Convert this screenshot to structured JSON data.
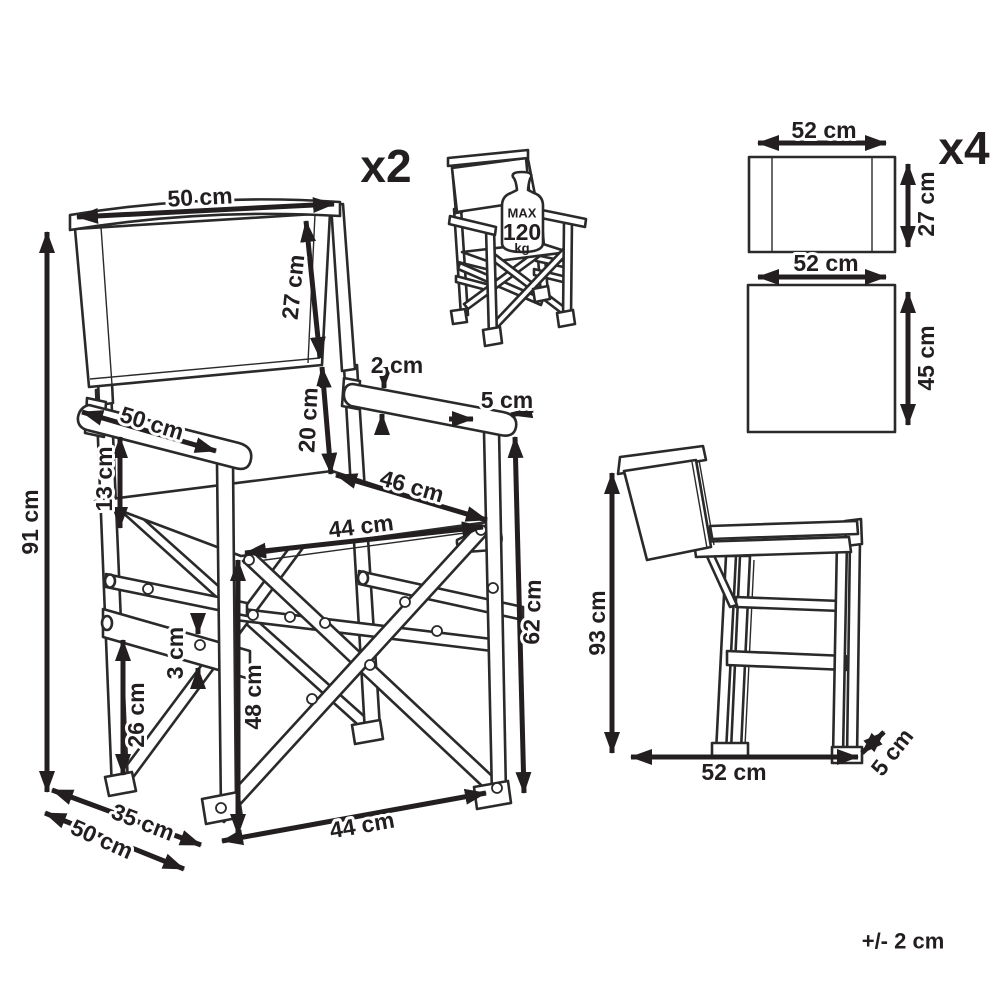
{
  "front_view": {
    "quantity_label": "x2",
    "dims": {
      "backrest_width": "50 cm",
      "backrest_height": "27 cm",
      "total_height": "91 cm",
      "armrest_length": "50 cm",
      "armrest_seat_gap": "13 cm",
      "armrest_thickness": "2 cm",
      "backrest_seat_gap": "20 cm",
      "armrest_width": "5 cm",
      "seat_depth": "46 cm",
      "seat_width": "44 cm",
      "armrest_height": "62 cm",
      "seat_height": "48 cm",
      "rail_thickness": "3 cm",
      "rail_height": "26 cm",
      "feet_span_depth": "35 cm",
      "base_depth": "50 cm",
      "base_width": "44 cm"
    },
    "max_load": {
      "prefix": "MAX",
      "value": "120",
      "unit": "kg"
    }
  },
  "fabric_panels": {
    "quantity_label": "x4",
    "backrest_panel": {
      "width": "52 cm",
      "height": "27 cm"
    },
    "seat_panel": {
      "width": "52 cm",
      "height": "45 cm"
    }
  },
  "side_view": {
    "dims": {
      "height": "93 cm",
      "depth": "52 cm",
      "profile_width": "5 cm"
    }
  },
  "tolerance_note": "+/- 2 cm"
}
